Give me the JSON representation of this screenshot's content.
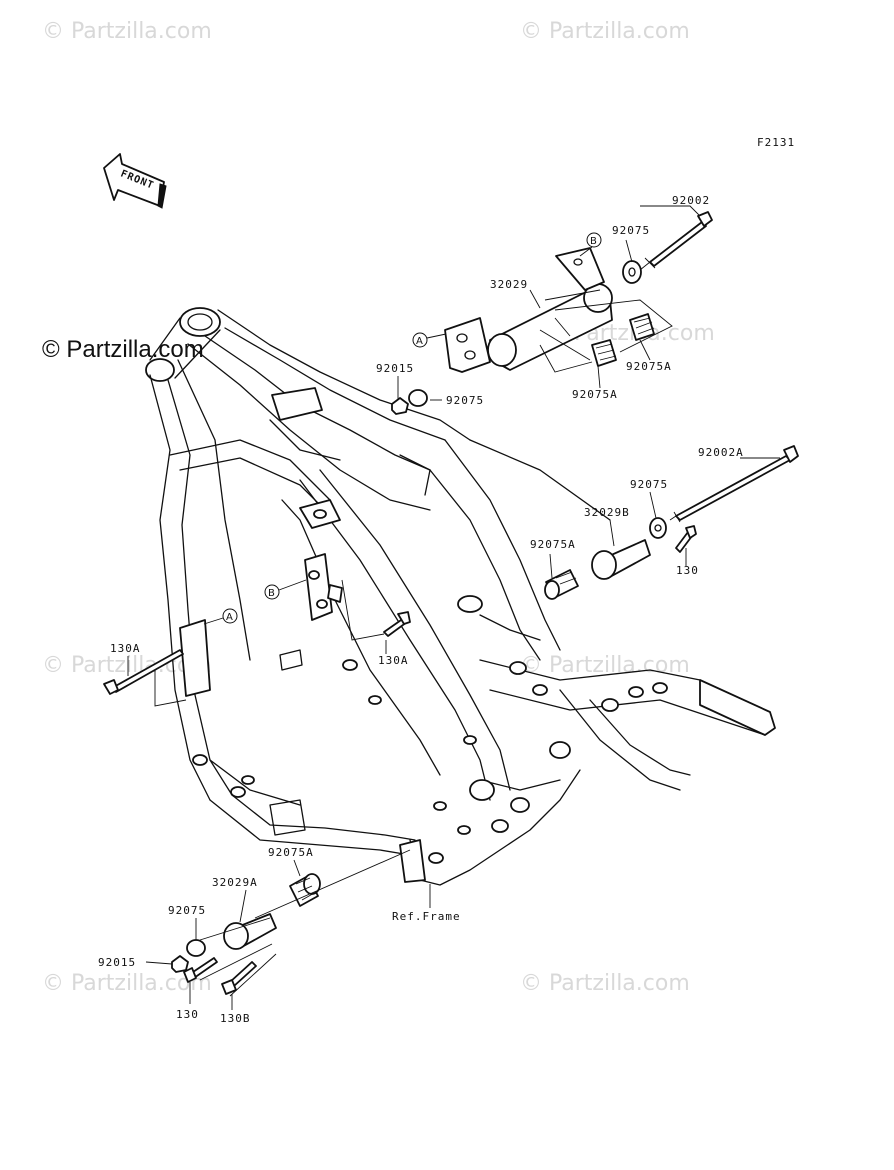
{
  "watermark": {
    "text": "© Partzilla.com",
    "bold_text": "© Partzilla.com"
  },
  "figure_code": "F2131",
  "front_arrow_label": "FRONT",
  "ref_label": "Ref.Frame",
  "part_labels": {
    "p92002": "92002",
    "p92075_top": "92075",
    "p32029": "32029",
    "p92015_top": "92015",
    "p92075_mid": "92075",
    "p92075A_right": "92075A",
    "p92075A_left": "92075A",
    "p92002A": "92002A",
    "p92075_r2": "92075",
    "p32029B": "32029B",
    "p92075A_r2": "92075A",
    "p130_r2": "130",
    "p130A_left": "130A",
    "p130A_mid": "130A",
    "p92075A_bot": "92075A",
    "p32029A": "32029A",
    "p92075_bot": "92075",
    "p92015_bot": "92015",
    "p130_bot": "130",
    "p130B": "130B"
  },
  "callouts": {
    "A": "A",
    "B": "B"
  }
}
